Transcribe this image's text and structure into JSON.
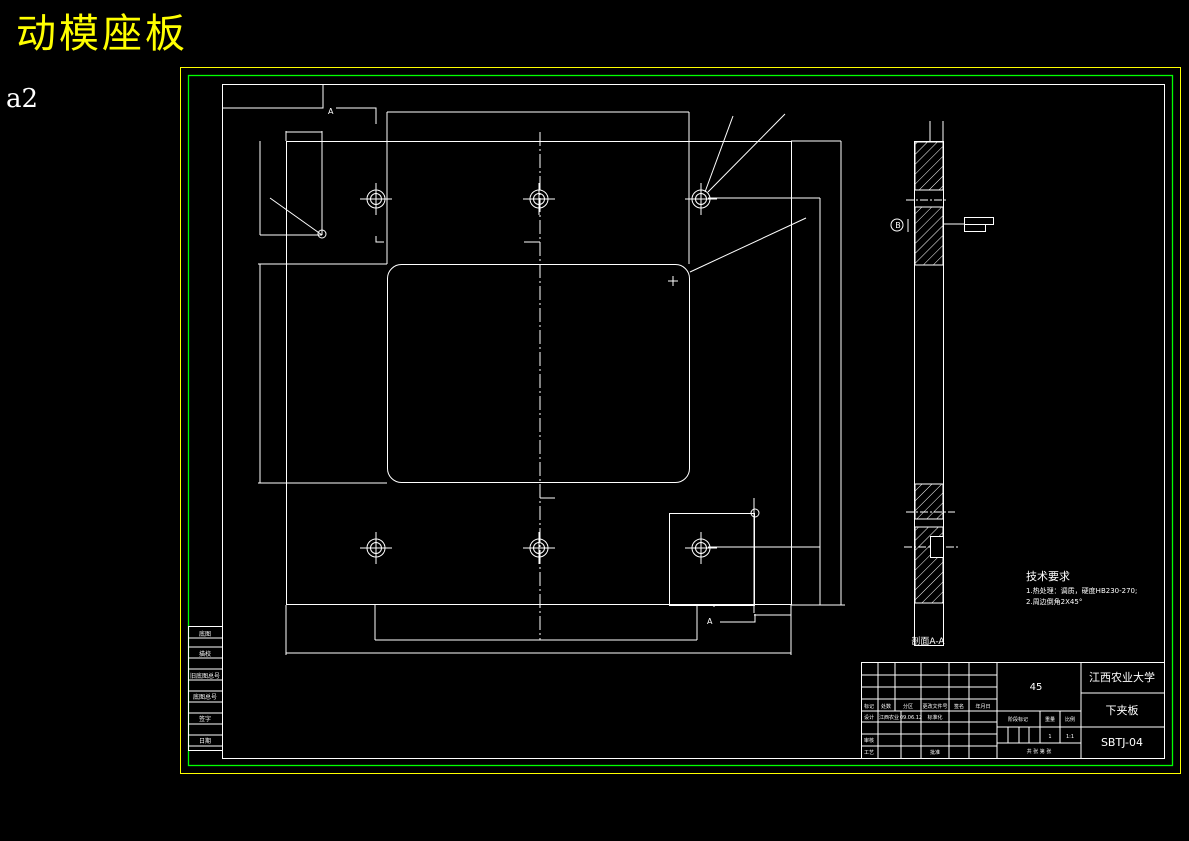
{
  "drawing": {
    "title": "动模座板",
    "sheet_label": "a2",
    "colors": {
      "background": "#000000",
      "title": "#ffff00",
      "outer_border": "#ffff00",
      "inner_border": "#00ff00",
      "lines": "#ffffff"
    }
  },
  "tech_requirements": {
    "heading": "技术要求",
    "items": [
      "1.热处理：调质，硬度HB230-270;",
      "2.周边倒角2X45°"
    ]
  },
  "section_label": "剖面A-A",
  "section_mark": "A",
  "datum_mark": "B",
  "side_stamp": [
    "底图",
    "描校",
    "旧底图总号",
    "底图总号",
    "签字",
    "日期"
  ],
  "title_block": {
    "material": "45",
    "school": "江西农业大学",
    "part_name": "下夹板",
    "drawing_no": "SBTJ-04",
    "header_row": [
      "标记",
      "处数",
      "分区",
      "更改文件号",
      "签名",
      "年月日"
    ],
    "design_row": [
      "设计",
      "江西农业",
      "09.06.12",
      "标准化"
    ],
    "review_label": "审核",
    "process_label": "工艺",
    "approve_label": "批准",
    "stage_label": "阶段标记",
    "weight_label": "重量",
    "scale_label": "比例",
    "weight_value": "1",
    "scale_value": "1:1",
    "sheet_info": "共 张 第 张"
  }
}
